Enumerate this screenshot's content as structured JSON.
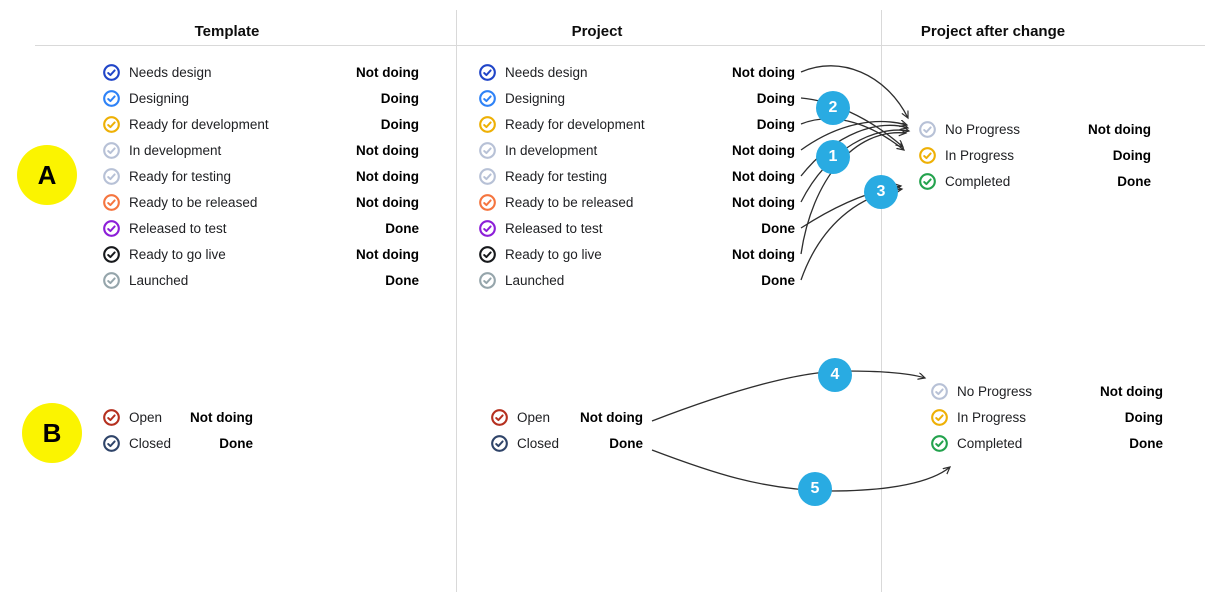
{
  "headers": {
    "template": "Template",
    "project": "Project",
    "after_change": "Project after change"
  },
  "colors": {
    "badge_letter_bg": "#fbf400",
    "badge_letter_text": "#000000",
    "badge_number_bg": "#29abe2",
    "badge_number_text": "#ffffff",
    "divider_line": "#d9d9d9",
    "arrow_line": "#2e2e2e"
  },
  "badges": {
    "a": {
      "label": "A"
    },
    "b": {
      "label": "B"
    },
    "n1": {
      "label": "1"
    },
    "n2": {
      "label": "2"
    },
    "n3": {
      "label": "3"
    },
    "n4": {
      "label": "4"
    },
    "n5": {
      "label": "5"
    }
  },
  "section_a": {
    "template_statuses": [
      {
        "label": "Needs design",
        "value": "Not doing",
        "color": "#2045c8"
      },
      {
        "label": "Designing",
        "value": "Doing",
        "color": "#2e82f7"
      },
      {
        "label": "Ready for development",
        "value": "Doing",
        "color": "#eeb005"
      },
      {
        "label": "In development",
        "value": "Not doing",
        "color": "#b7c1d6"
      },
      {
        "label": "Ready for testing",
        "value": "Not doing",
        "color": "#b7c1d6"
      },
      {
        "label": "Ready to be released",
        "value": "Not doing",
        "color": "#f5753f"
      },
      {
        "label": "Released to test",
        "value": "Done",
        "color": "#8c1ed8"
      },
      {
        "label": "Ready to go live",
        "value": "Not doing",
        "color": "#17191c"
      },
      {
        "label": "Launched",
        "value": "Done",
        "color": "#95a5ab"
      }
    ],
    "project_statuses": [
      {
        "label": "Needs design",
        "value": "Not doing",
        "color": "#2045c8"
      },
      {
        "label": "Designing",
        "value": "Doing",
        "color": "#2e82f7"
      },
      {
        "label": "Ready for development",
        "value": "Doing",
        "color": "#eeb005"
      },
      {
        "label": "In development",
        "value": "Not doing",
        "color": "#b7c1d6"
      },
      {
        "label": "Ready for testing",
        "value": "Not doing",
        "color": "#b7c1d6"
      },
      {
        "label": "Ready to be released",
        "value": "Not doing",
        "color": "#f5753f"
      },
      {
        "label": "Released to test",
        "value": "Done",
        "color": "#8c1ed8"
      },
      {
        "label": "Ready to go live",
        "value": "Not doing",
        "color": "#17191c"
      },
      {
        "label": "Launched",
        "value": "Done",
        "color": "#95a5ab"
      }
    ],
    "after_statuses": [
      {
        "label": "No Progress",
        "value": "Not doing",
        "color": "#b7c1d6"
      },
      {
        "label": "In Progress",
        "value": "Doing",
        "color": "#eeb005"
      },
      {
        "label": "Completed",
        "value": "Done",
        "color": "#23a24d"
      }
    ],
    "arrow_mappings": [
      {
        "from": "Needs design",
        "to": "No Progress"
      },
      {
        "from": "Designing",
        "to": "In Progress"
      },
      {
        "from": "Ready for development",
        "to": "In Progress"
      },
      {
        "from": "In development",
        "to": "No Progress"
      },
      {
        "from": "Ready for testing",
        "to": "No Progress"
      },
      {
        "from": "Ready to be released",
        "to": "No Progress"
      },
      {
        "from": "Released to test",
        "to": "Completed"
      },
      {
        "from": "Ready to go live",
        "to": "No Progress"
      },
      {
        "from": "Launched",
        "to": "Completed"
      }
    ]
  },
  "section_b": {
    "template_statuses": [
      {
        "label": "Open",
        "value": "Not doing",
        "color": "#b5301f"
      },
      {
        "label": "Closed",
        "value": "Done",
        "color": "#2f4469"
      }
    ],
    "project_statuses": [
      {
        "label": "Open",
        "value": "Not doing",
        "color": "#b5301f"
      },
      {
        "label": "Closed",
        "value": "Done",
        "color": "#2f4469"
      }
    ],
    "after_statuses": [
      {
        "label": "No Progress",
        "value": "Not doing",
        "color": "#b7c1d6"
      },
      {
        "label": "In Progress",
        "value": "Doing",
        "color": "#eeb005"
      },
      {
        "label": "Completed",
        "value": "Done",
        "color": "#23a24d"
      }
    ],
    "arrow_mappings": [
      {
        "from": "Open",
        "to": "No Progress"
      },
      {
        "from": "Closed",
        "to": "Completed"
      }
    ]
  }
}
